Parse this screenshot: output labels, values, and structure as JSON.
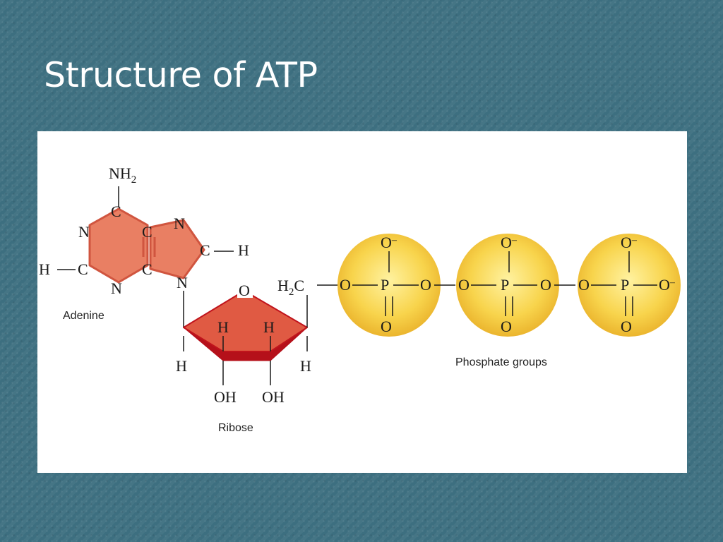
{
  "slide": {
    "title": "Structure of ATP"
  },
  "colors": {
    "background": "#3d6f80",
    "adenine_fill": "#e97f63",
    "ribose_fill": "#e05a43",
    "ribose_edge": "#c0141c",
    "phosphate_fill": "#f7d24a"
  },
  "diagram": {
    "labels": {
      "adenine": "Adenine",
      "ribose": "Ribose",
      "phosphate_groups": "Phosphate groups"
    },
    "atoms": {
      "nitrogen": "N",
      "carbon": "C",
      "hydrogen": "H",
      "oxygen": "O",
      "phosphorus": "P",
      "amine": "NH",
      "hydroxyl": "OH",
      "methylene": "H",
      "methylene_carbon": "C",
      "oxide": "O",
      "subscript_two": "2",
      "minus": "–"
    }
  }
}
